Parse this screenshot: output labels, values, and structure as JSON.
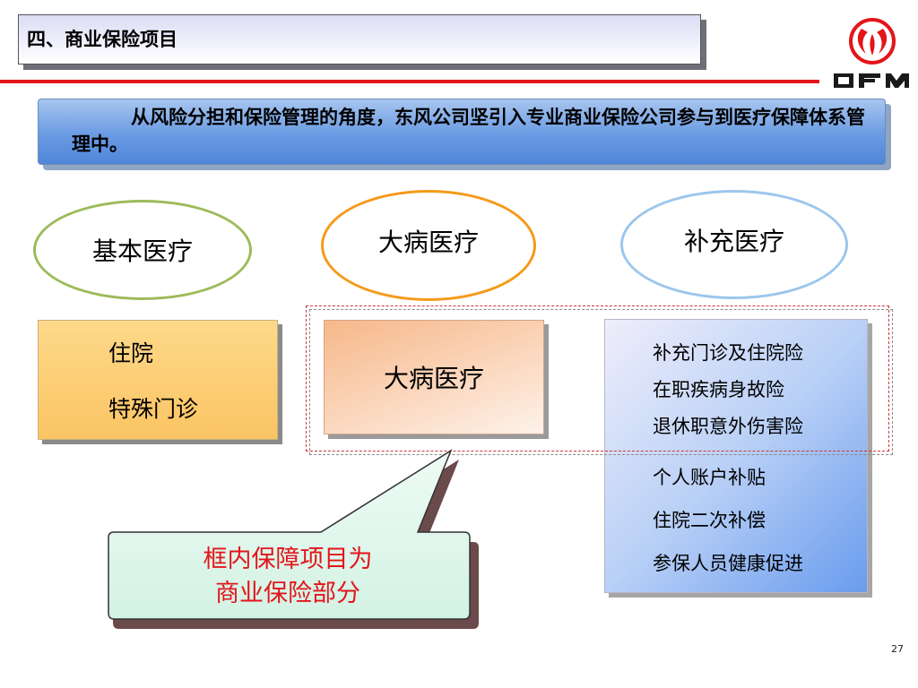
{
  "title": "四、商业保险项目",
  "banner": "从风险分担和保险管理的角度，东风公司坚引入专业商业保险公司参与到医疗保障体系管理中。",
  "logo": {
    "text": "DFM",
    "colors": {
      "red": "#e3151a",
      "dark": "#1a1a1a"
    }
  },
  "ellipses": {
    "basic": "基本医疗",
    "major": "大病医疗",
    "supplementary": "补充医疗"
  },
  "boxes": {
    "basic": [
      "住院",
      "特殊门诊"
    ],
    "major": "大病医疗",
    "supplementary": [
      "补充门诊及住院险",
      "在职疾病身故险",
      "退休职意外伤害险",
      "个人账户补贴",
      "住院二次补偿",
      "参保人员健康促进"
    ]
  },
  "callout": [
    "框内保障项目为",
    "商业保险部分"
  ],
  "page_number": "27",
  "colors": {
    "accent_red": "#e3151a",
    "basic_outline": "#9cbb59",
    "major_outline": "#f59a1a",
    "supp_outline": "#9cc6ec",
    "banner_blue": "#6a9be3"
  }
}
